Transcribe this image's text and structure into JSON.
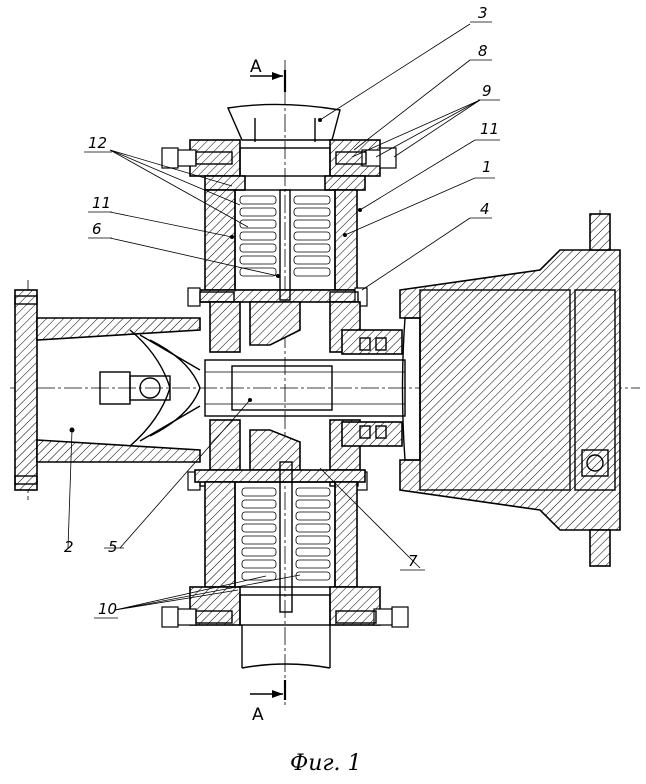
{
  "figure": {
    "caption": "Фиг. 1",
    "section_mark": "А",
    "callouts": [
      {
        "id": "c3",
        "text": "3"
      },
      {
        "id": "c8",
        "text": "8"
      },
      {
        "id": "c9",
        "text": "9"
      },
      {
        "id": "c11a",
        "text": "11"
      },
      {
        "id": "c12",
        "text": "12"
      },
      {
        "id": "c1",
        "text": "1"
      },
      {
        "id": "c11b",
        "text": "11"
      },
      {
        "id": "c6",
        "text": "6"
      },
      {
        "id": "c4",
        "text": "4"
      },
      {
        "id": "c2",
        "text": "2"
      },
      {
        "id": "c5",
        "text": "5"
      },
      {
        "id": "c7",
        "text": "7"
      },
      {
        "id": "c10",
        "text": "10"
      }
    ]
  }
}
